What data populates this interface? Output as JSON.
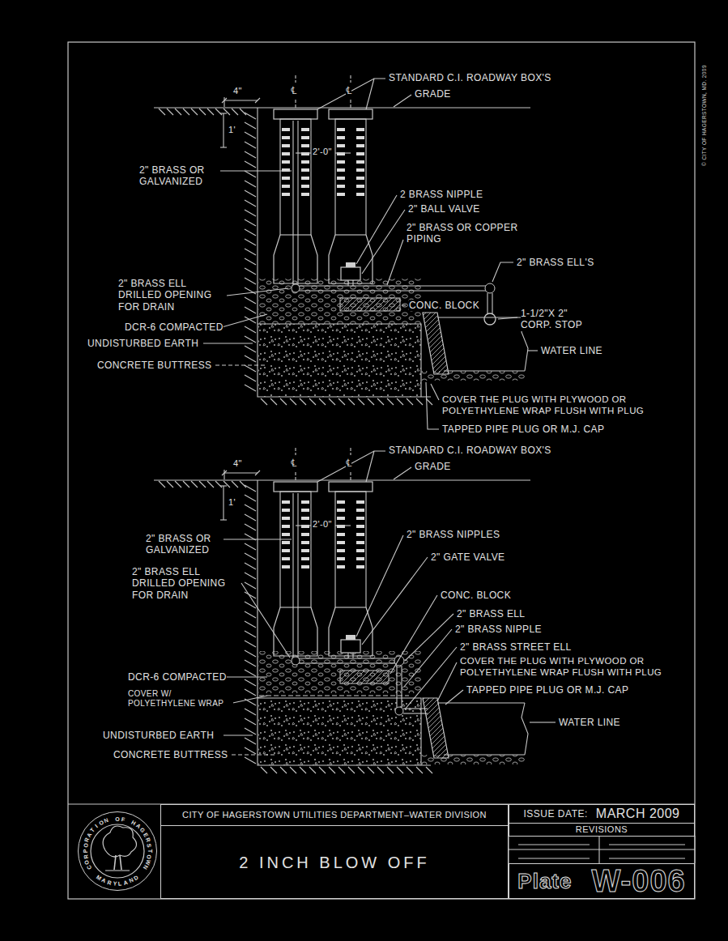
{
  "diagram": {
    "nodes": [
      {
        "text": [
          "CORPORATION OF HAGERSTOWN",
          "MARYLAND"
        ]
      },
      {
        "text": [
          "CITY OF HAGERSTOWN UTILITIES DEPARTMENT–WATER DIVISION"
        ]
      },
      {
        "text": [
          "2 INCH BLOW OFF"
        ]
      },
      {
        "text": [
          "ISSUE DATE:",
          "MARCH 2009"
        ]
      },
      {
        "text": [
          "REVISIONS"
        ]
      },
      {
        "text": [
          "Plate",
          "W-006"
        ]
      }
    ],
    "labels": [
      "STANDARD C.I. ROADWAY BOX'S",
      "GRADE",
      "4\"",
      "℄",
      "℄",
      "1'",
      "2'-0\"",
      "2\" BRASS OR GALVANIZED",
      "2 BRASS NIPPLE",
      "2\" BALL VALVE",
      "2\" BRASS OR COPPER PIPING",
      "2\" BRASS ELL'S",
      "2\" BRASS ELL DRILLED OPENING FOR DRAIN",
      "CONC. BLOCK",
      "1-1/2\"X 2\" CORP. STOP",
      "DCR-6 COMPACTED",
      "UNDISTURBED EARTH",
      "WATER LINE",
      "CONCRETE BUTTRESS",
      "COVER THE PLUG WITH PLYWOOD OR POLYETHYLENE WRAP FLUSH WITH PLUG",
      "TAPPED PIPE PLUG OR M.J. CAP",
      "STANDARD C.I. ROADWAY BOX'S",
      "GRADE",
      "4\"",
      "℄",
      "℄",
      "1'",
      "2'-0\"",
      "2\" BRASS NIPPLES",
      "2\" BRASS OR GALVANIZED",
      "2\" GATE VALVE",
      "2\" BRASS ELL DRILLED OPENING FOR DRAIN",
      "CONC. BLOCK",
      "2\" BRASS ELL",
      "2\" BRASS NIPPLE",
      "2\" BRASS STREET ELL",
      "COVER THE PLUG WITH PLYWOOD OR POLYETHYLENE WRAP FLUSH WITH PLUG",
      "TAPPED PIPE PLUG OR M.J. CAP",
      "DCR-6 COMPACTED",
      "COVER W/ POLYETHYLENE WRAP",
      "WATER LINE",
      "UNDISTURBED EARTH",
      "CONCRETE BUTTRESS",
      "© CITY OF HAGERSTOWN, MD. 2009"
    ]
  }
}
